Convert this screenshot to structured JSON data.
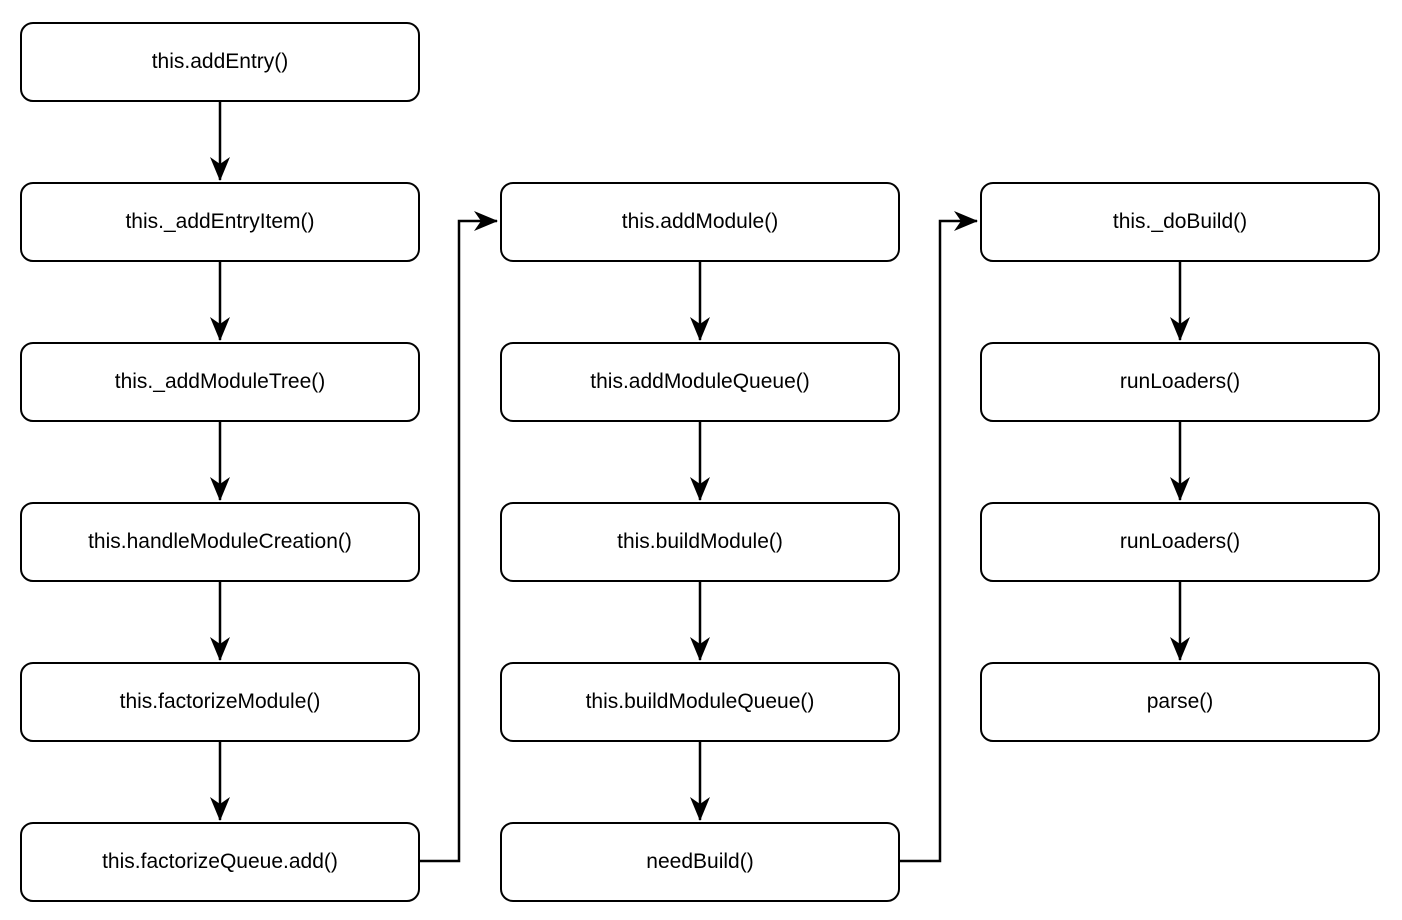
{
  "diagram": {
    "type": "flowchart",
    "background_color": "#ffffff",
    "node_fill": "#ffffff",
    "node_border_color": "#000000",
    "arrow_color": "#000000",
    "nodes": {
      "add_entry": "this.addEntry()",
      "add_entry_item": "this._addEntryItem()",
      "add_module_tree": "this._addModuleTree()",
      "handle_module_creation": "this.handleModuleCreation()",
      "factorize_module": "this.factorizeModule()",
      "factorize_queue_add": "this.factorizeQueue.add()",
      "add_module": "this.addModule()",
      "add_module_queue": "this.addModuleQueue()",
      "build_module": "this.buildModule()",
      "build_module_queue": "this.buildModuleQueue()",
      "need_build": "needBuild()",
      "do_build": "this._doBuild()",
      "run_loaders_1": "runLoaders()",
      "run_loaders_2": "runLoaders()",
      "parse": "parse()"
    },
    "edges": [
      {
        "from": "this.addEntry()",
        "to": "this._addEntryItem()"
      },
      {
        "from": "this._addEntryItem()",
        "to": "this._addModuleTree()"
      },
      {
        "from": "this._addModuleTree()",
        "to": "this.handleModuleCreation()"
      },
      {
        "from": "this.handleModuleCreation()",
        "to": "this.factorizeModule()"
      },
      {
        "from": "this.factorizeModule()",
        "to": "this.factorizeQueue.add()"
      },
      {
        "from": "this.factorizeQueue.add()",
        "to": "this.addModule()"
      },
      {
        "from": "this.addModule()",
        "to": "this.addModuleQueue()"
      },
      {
        "from": "this.addModuleQueue()",
        "to": "this.buildModule()"
      },
      {
        "from": "this.buildModule()",
        "to": "this.buildModuleQueue()"
      },
      {
        "from": "this.buildModuleQueue()",
        "to": "needBuild()"
      },
      {
        "from": "needBuild()",
        "to": "this._doBuild()"
      },
      {
        "from": "this._doBuild()",
        "to": "runLoaders()"
      },
      {
        "from": "runLoaders()",
        "to": "runLoaders()"
      },
      {
        "from": "runLoaders()",
        "to": "parse()"
      }
    ]
  }
}
